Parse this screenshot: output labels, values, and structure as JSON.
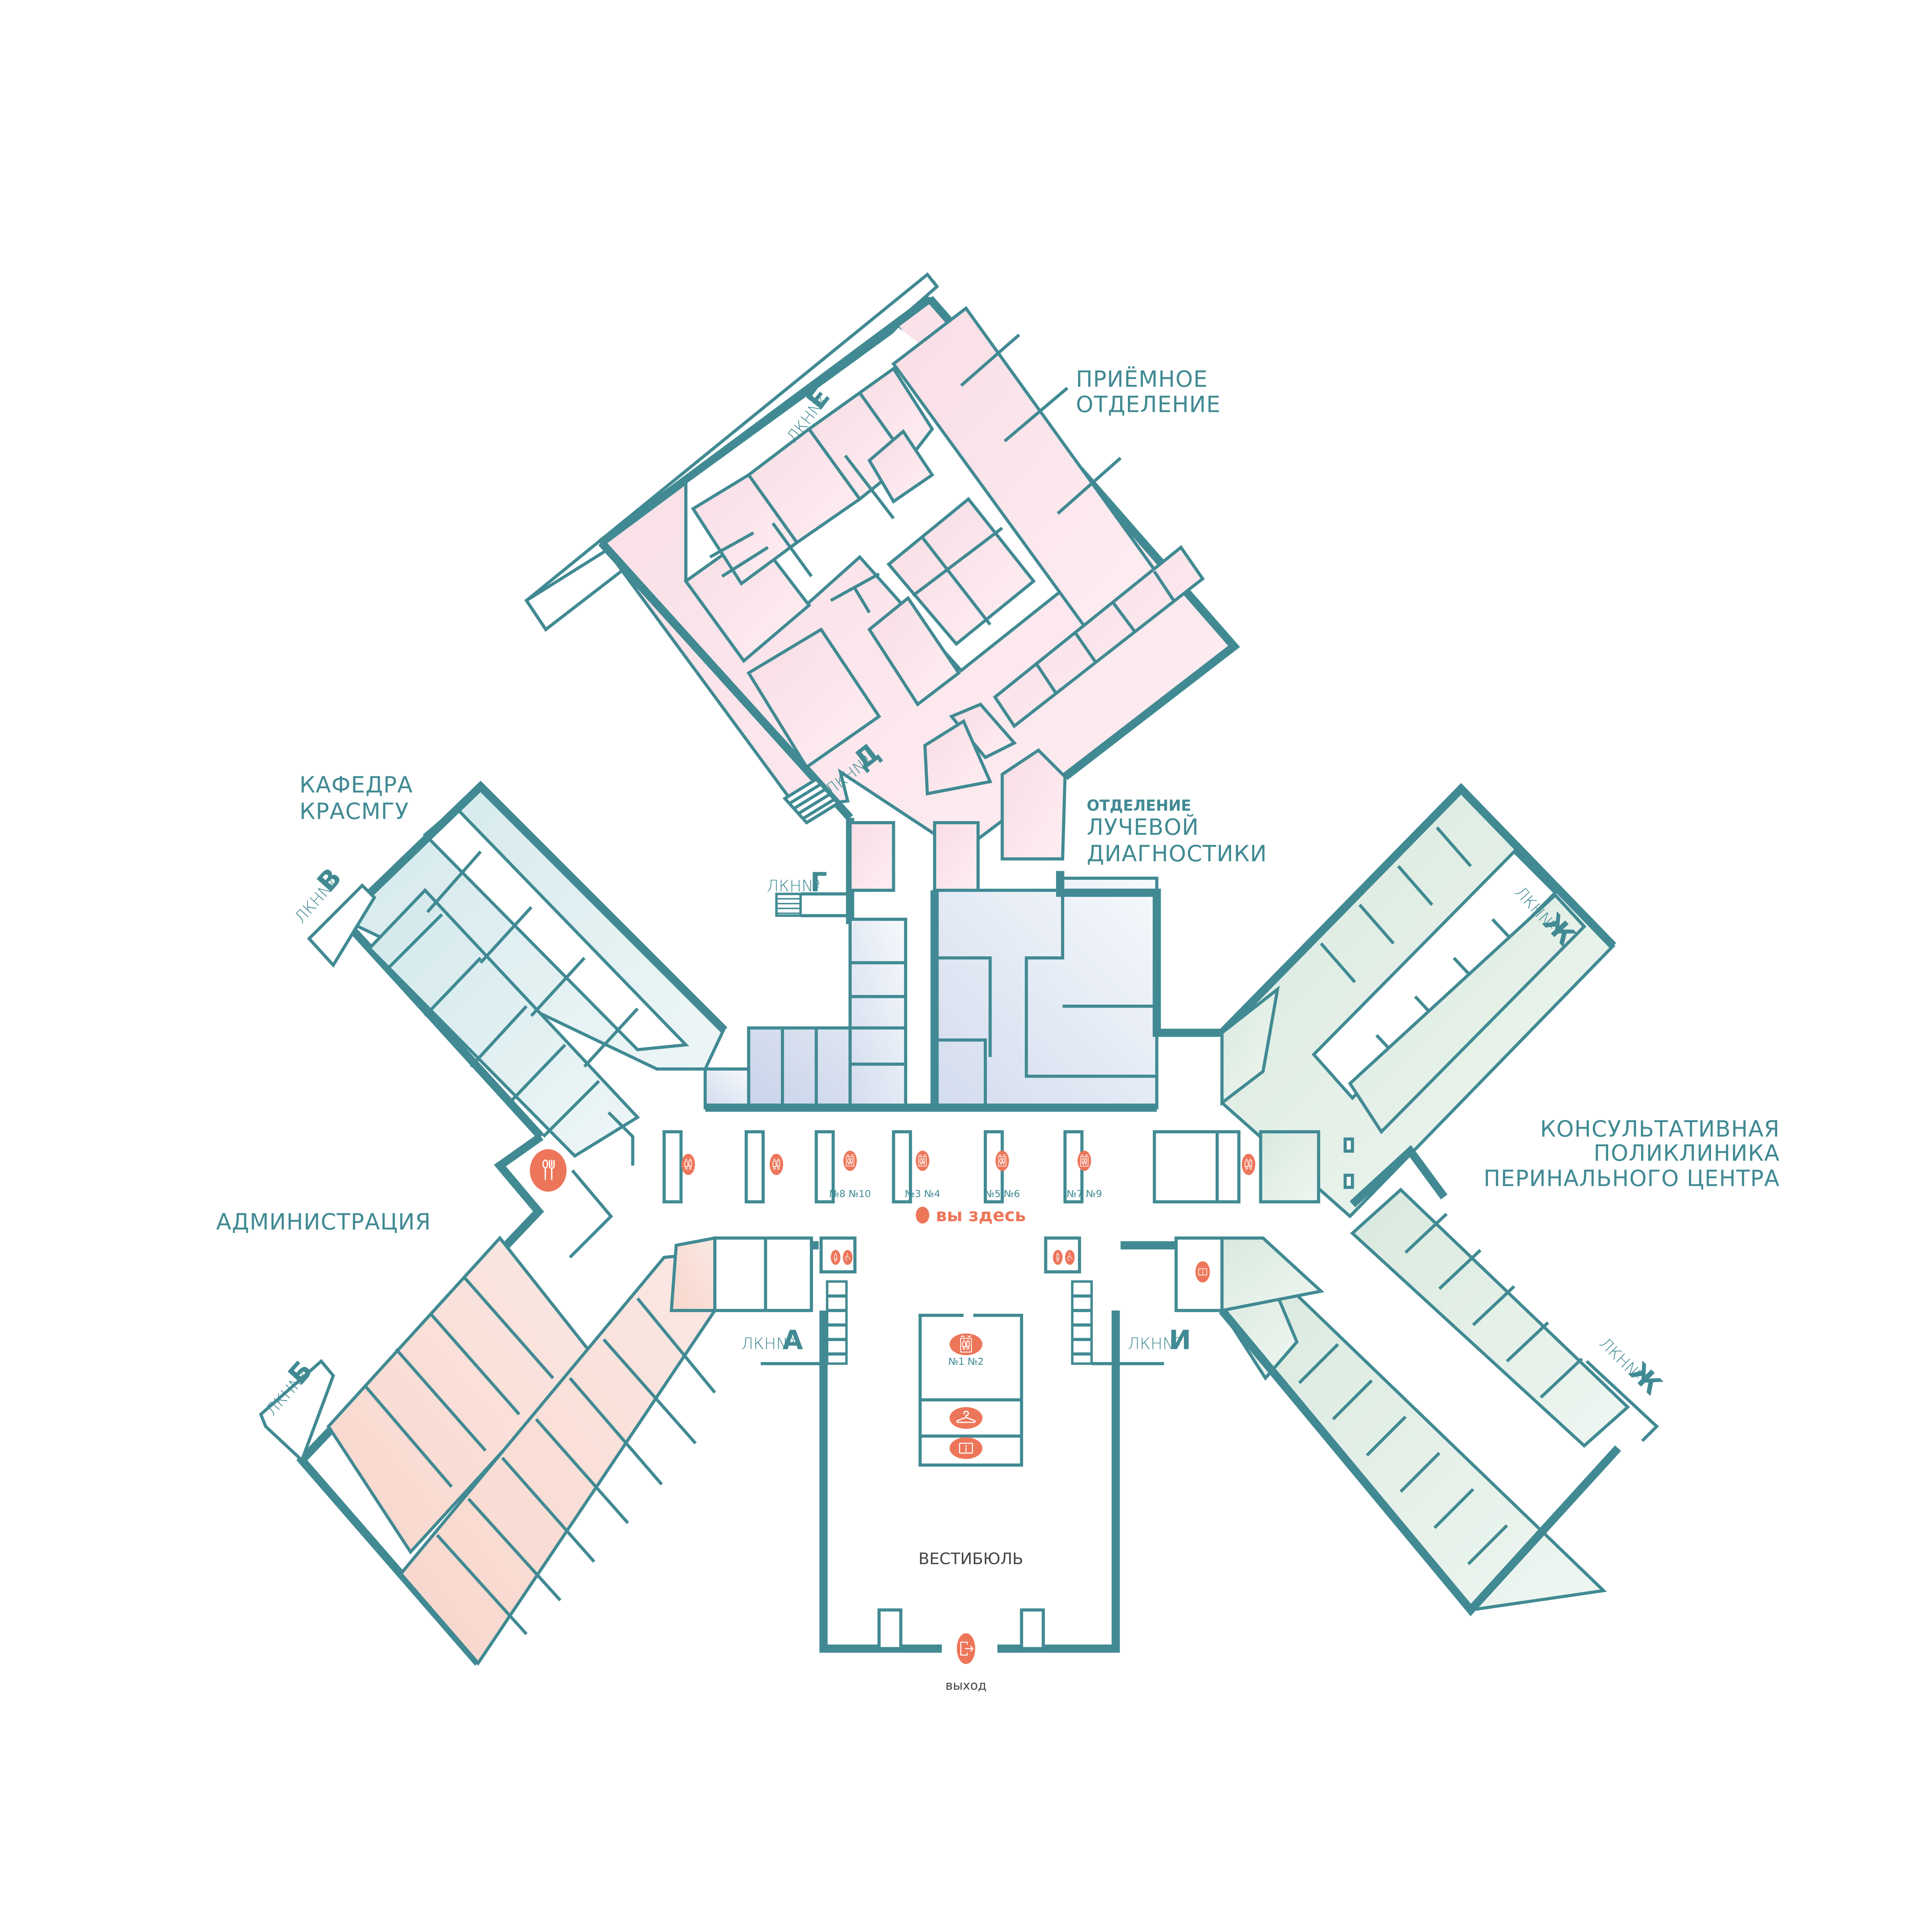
{
  "map": {
    "title": "Схема этажа",
    "colors": {
      "wall": "#418a93",
      "accent": "#ed765a",
      "label_gray": "#444444",
      "zone_pink": "#fbe4ea",
      "zone_teal": "#d4e9ec",
      "zone_blue": "#dde6f2",
      "zone_salmon": "#f9dbd2",
      "zone_green": "#dcebe0"
    }
  },
  "zones": {
    "admission": {
      "line1": "ПРИЁМНОЕ",
      "line2": "ОТДЕЛЕНИЕ"
    },
    "radiology": {
      "line1": "ОТДЕЛЕНИЕ",
      "line2": "ЛУЧЕВОЙ",
      "line3": "ДИАГНОСТИКИ"
    },
    "department": {
      "line1": "КАФЕДРА",
      "line2": "КРАСМГУ"
    },
    "administration": {
      "line1": "АДМИНИСТРАЦИЯ"
    },
    "consultative": {
      "line1": "КОНСУЛЬТАТИВНАЯ",
      "line2": "ПОЛИКЛИНИКА",
      "line3": "ПЕРИНАЛЬНОГО ЦЕНТРА"
    },
    "lobby": {
      "line1": "ВЕСТИБЮЛЬ"
    }
  },
  "stairs": {
    "prefix": "ЛКН№",
    "items": [
      {
        "id": "A",
        "letter": "А"
      },
      {
        "id": "B",
        "letter": "Б"
      },
      {
        "id": "V",
        "letter": "В"
      },
      {
        "id": "G",
        "letter": "Г"
      },
      {
        "id": "D",
        "letter": "Д"
      },
      {
        "id": "E",
        "letter": "Е"
      },
      {
        "id": "ZH1",
        "letter": "Ж"
      },
      {
        "id": "ZH2",
        "letter": "Ж"
      },
      {
        "id": "I",
        "letter": "И"
      }
    ]
  },
  "elevators": [
    {
      "pair": "№8 №10",
      "a": "№8",
      "b": "№10"
    },
    {
      "pair": "№3 №4",
      "a": "№3",
      "b": "№4"
    },
    {
      "pair": "№5 №6",
      "a": "№5",
      "b": "№6"
    },
    {
      "pair": "№7 №9",
      "a": "№7",
      "b": "№9"
    },
    {
      "pair": "№1 №2",
      "a": "№1",
      "b": "№2"
    }
  ],
  "markers": {
    "you_are_here": "вы здесь",
    "exit": "выход"
  },
  "icons": {
    "restroom": "restroom-icon",
    "elevator": "elevator-icon",
    "cafe": "cafe-icon",
    "info": "info-icon",
    "wardrobe": "wardrobe-icon",
    "wheelchair": "wheelchair-icon",
    "female": "female-restroom-icon",
    "male": "male-restroom-icon",
    "exit": "exit-icon"
  }
}
